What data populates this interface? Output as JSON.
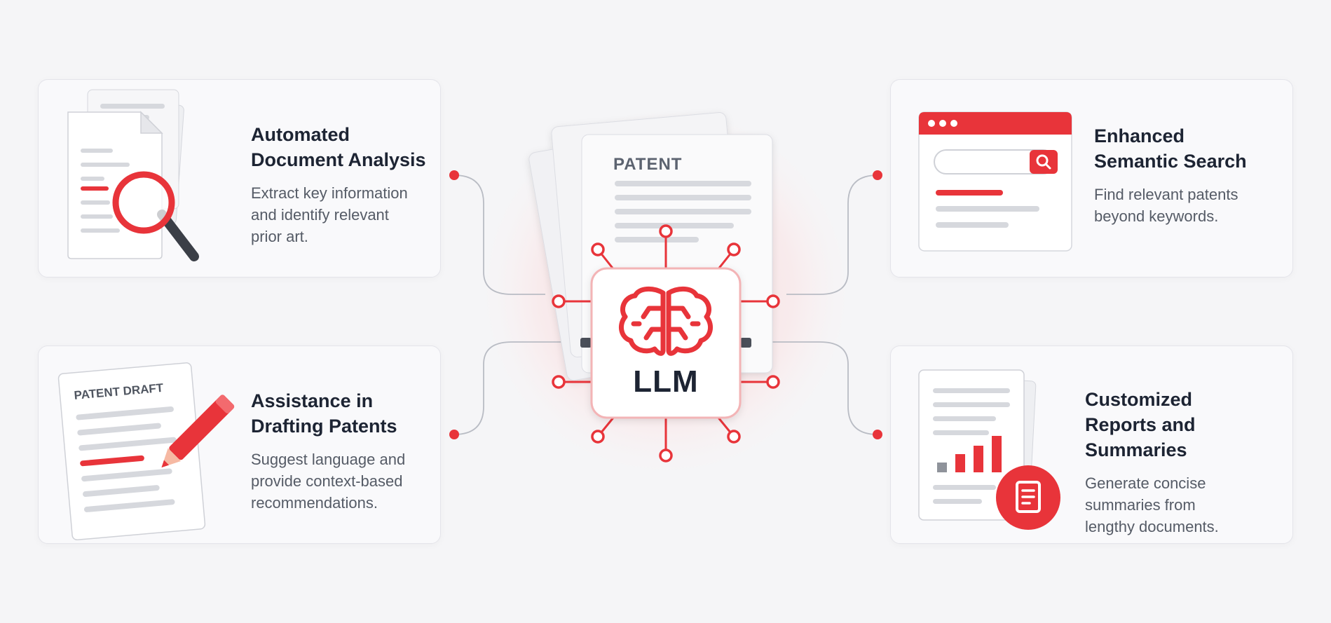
{
  "hub": {
    "label": "LLM",
    "document_label": "PATENT"
  },
  "cards": {
    "analysis": {
      "title": [
        "Automated",
        "Document Analysis"
      ],
      "description": [
        "Extract key information",
        "and identify relevant",
        "prior art."
      ]
    },
    "search": {
      "title": [
        "Enhanced",
        "Semantic Search"
      ],
      "description": [
        "Find relevant patents",
        "beyond keywords."
      ]
    },
    "drafting": {
      "title": [
        "Assistance in",
        "Drafting Patents"
      ],
      "description": [
        "Suggest language and",
        "provide context-based",
        "recommendations."
      ],
      "document_label": "PATENT DRAFT"
    },
    "reports": {
      "title": [
        "Customized",
        "Reports and Summaries"
      ],
      "description": [
        "Generate concise",
        "summaries from",
        "lengthy documents."
      ]
    }
  },
  "icons": {
    "analysis": "magnifier-document-icon",
    "search": "search-window-icon",
    "drafting": "pencil-draft-icon",
    "reports": "report-chart-icon",
    "hub": "brain-icon"
  },
  "colors": {
    "accent": "#e8343a",
    "text": "#1d2433",
    "muted": "#555b66",
    "line": "#c9ccd3"
  }
}
